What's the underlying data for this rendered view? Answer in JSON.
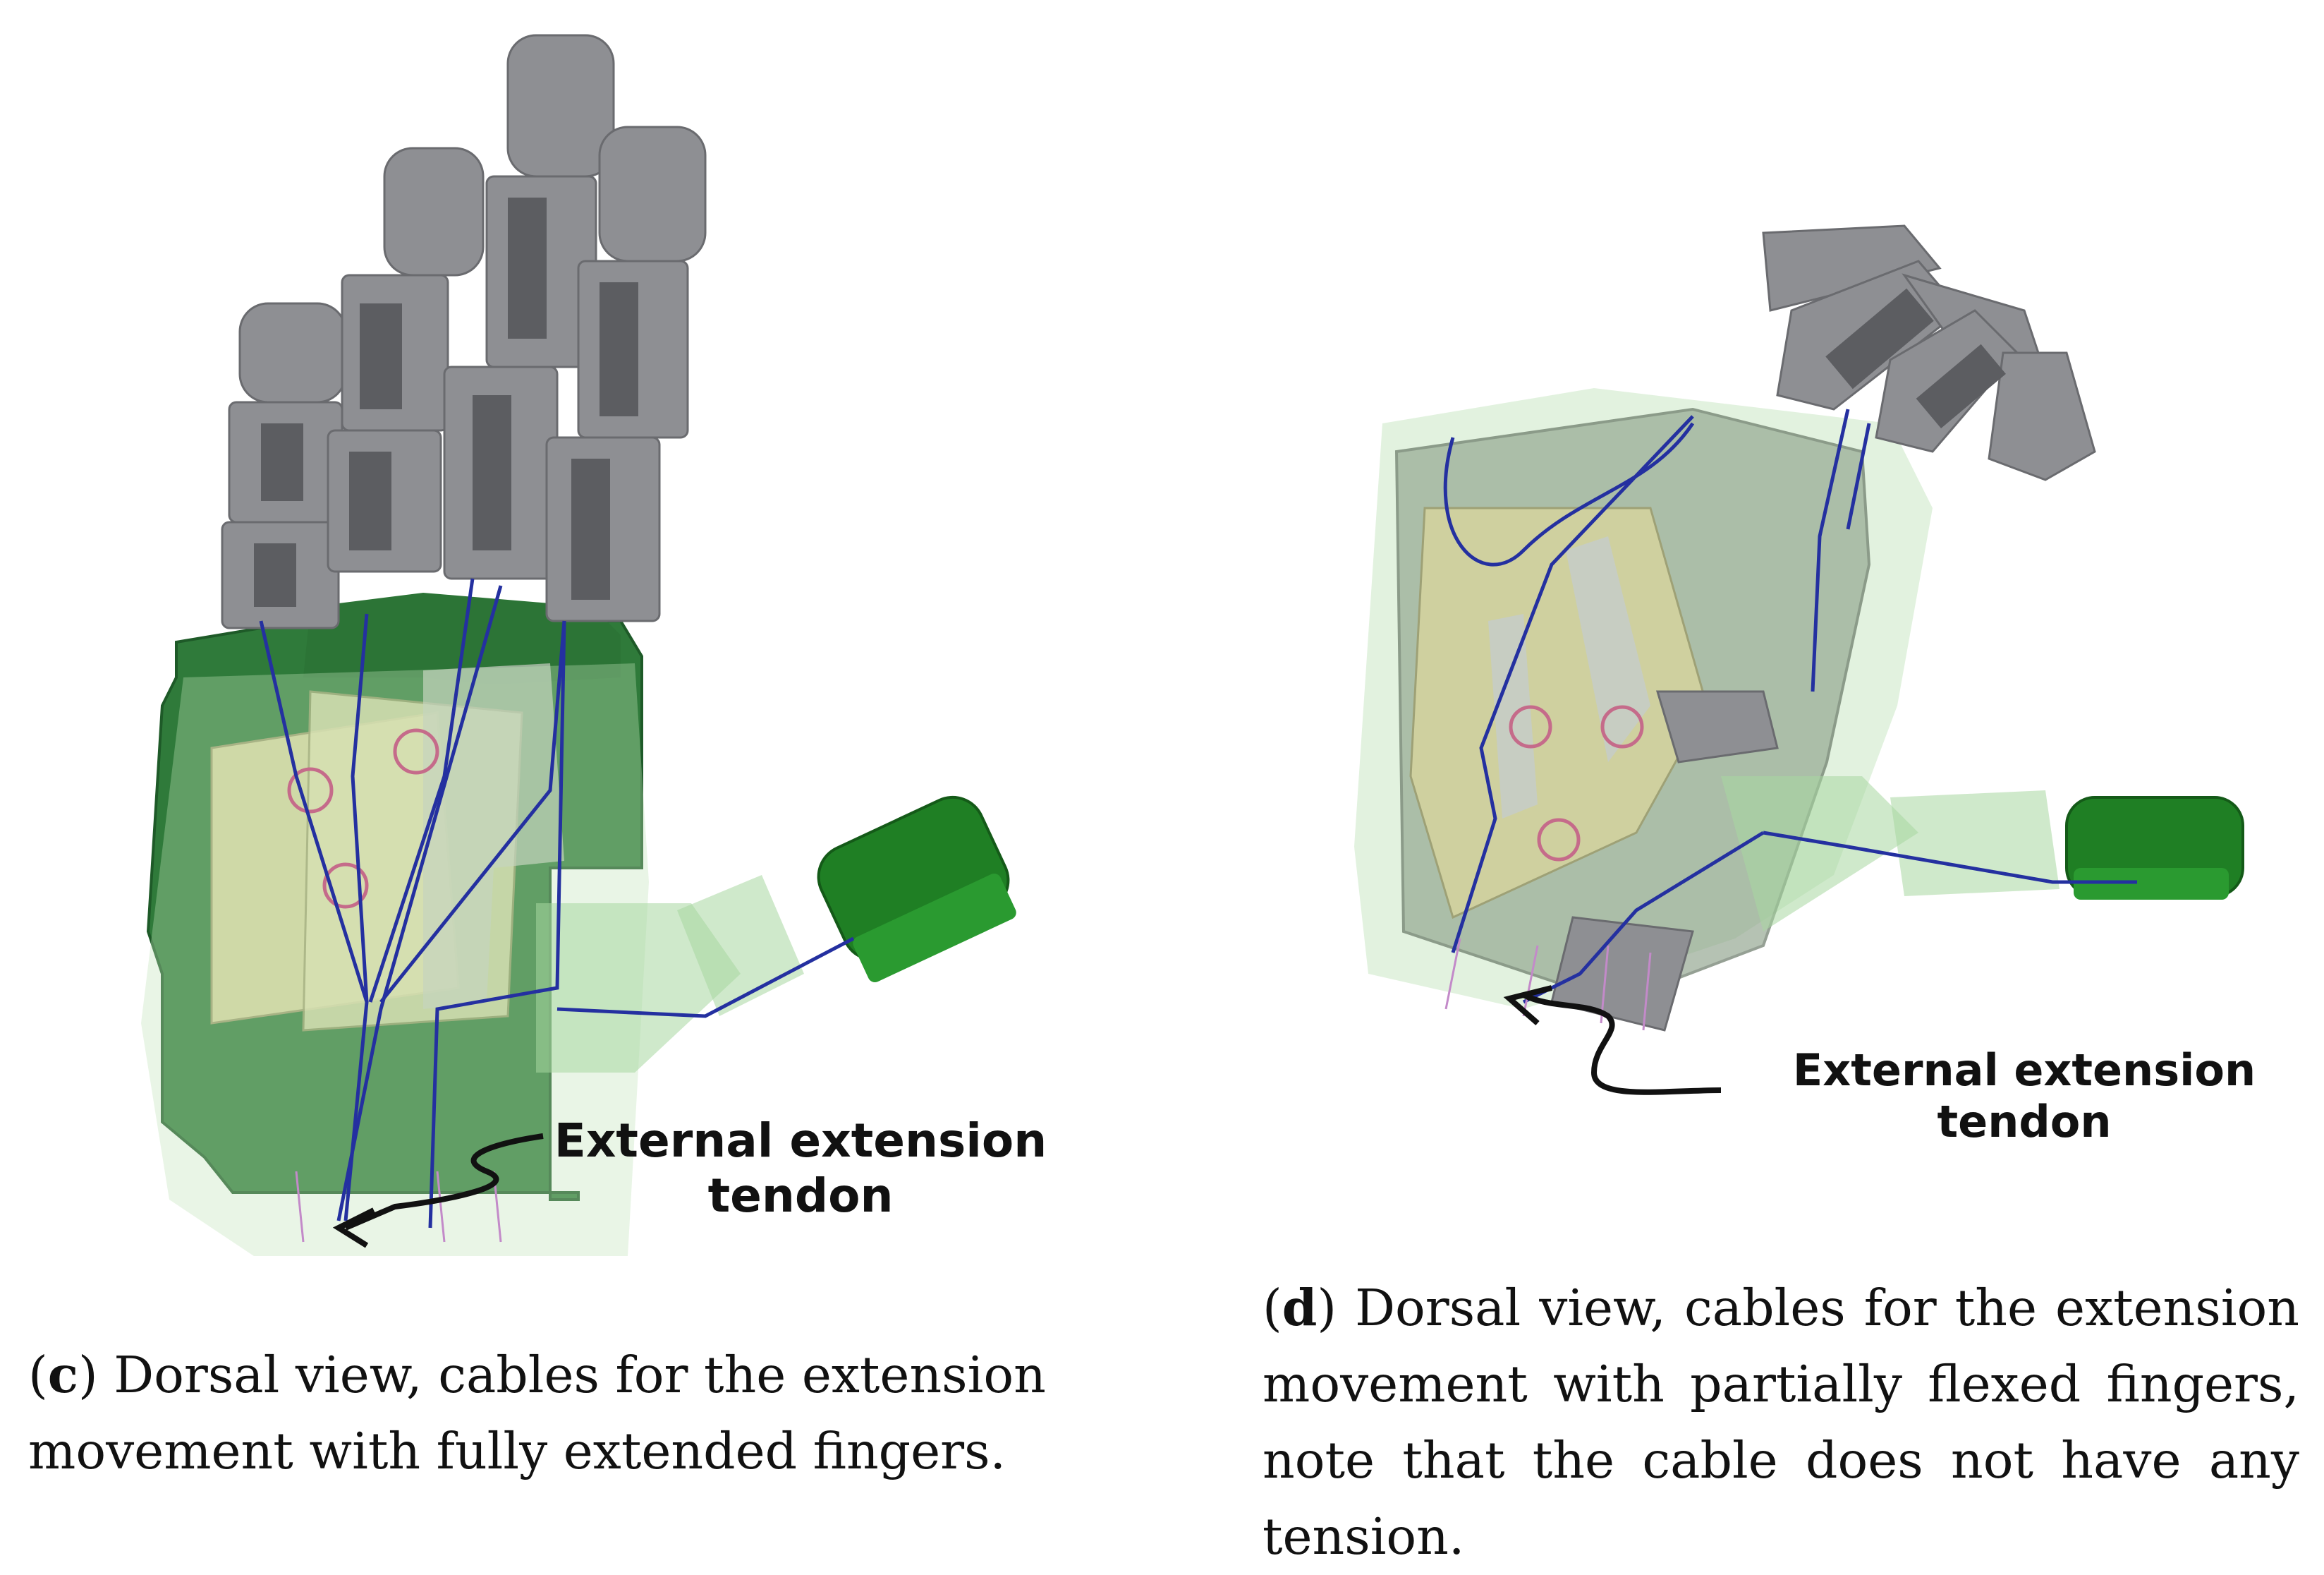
{
  "figures": [
    {
      "id": "c",
      "callout_line1": "External extension",
      "callout_line2": "tendon",
      "caption_label": "c",
      "caption_text": "Dorsal view, cables for the extension movement with fully extended fingers."
    },
    {
      "id": "d",
      "callout_line1": "External extension",
      "callout_line2": "tendon",
      "caption_label": "d",
      "caption_text": "Dorsal view, cables for the extension movement with partially flexed fingers, note that the cable does not have any tension."
    }
  ],
  "colors": {
    "finger_gray": "#8e8f93",
    "palm_green": "#2f7a3a",
    "inner_plate": "#d8d59e",
    "cable_blue": "#2430a0",
    "thumb_green": "#1f7f24",
    "translucent_green": "#a8d7a0",
    "arrow_black": "#111111"
  }
}
